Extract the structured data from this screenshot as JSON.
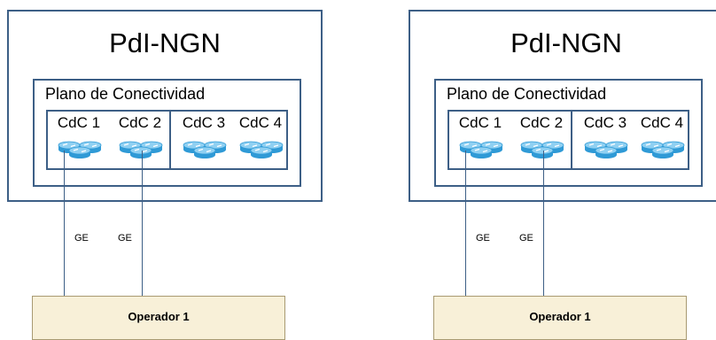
{
  "panels": [
    {
      "title": "PdI-NGN",
      "plane_label": "Plano de Conectividad",
      "cdcs": [
        "CdC 1",
        "CdC 2",
        "CdC 3",
        "CdC 4"
      ],
      "links": [
        "GE",
        "GE"
      ],
      "operator": "Operador 1"
    },
    {
      "title": "PdI-NGN",
      "plane_label": "Plano de Conectividad",
      "cdcs": [
        "CdC 1",
        "CdC 2",
        "CdC 3",
        "CdC 4"
      ],
      "links": [
        "GE",
        "GE"
      ],
      "operator": "Operador 1"
    }
  ],
  "colors": {
    "border": "#3d5f86",
    "router_body": "#2f9ad6",
    "router_top": "#8fd0f2",
    "operator_fill": "#f8f0d8"
  },
  "icons": {
    "router": "router-icon"
  }
}
